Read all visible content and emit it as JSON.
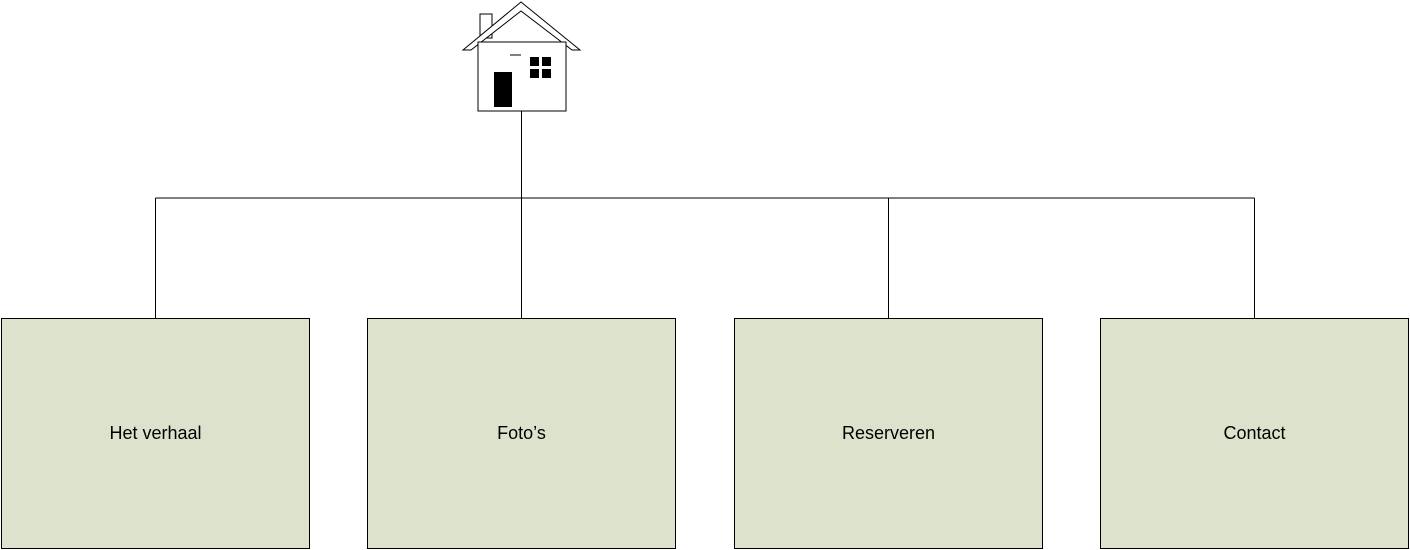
{
  "diagram": {
    "root": {
      "icon": "home-icon"
    },
    "pages": [
      {
        "label": "Het verhaal"
      },
      {
        "label": "Foto’s"
      },
      {
        "label": "Reserveren"
      },
      {
        "label": "Contact"
      }
    ]
  },
  "colors": {
    "box_fill": "#dde2cc",
    "stroke": "#000000",
    "background": "#ffffff"
  }
}
